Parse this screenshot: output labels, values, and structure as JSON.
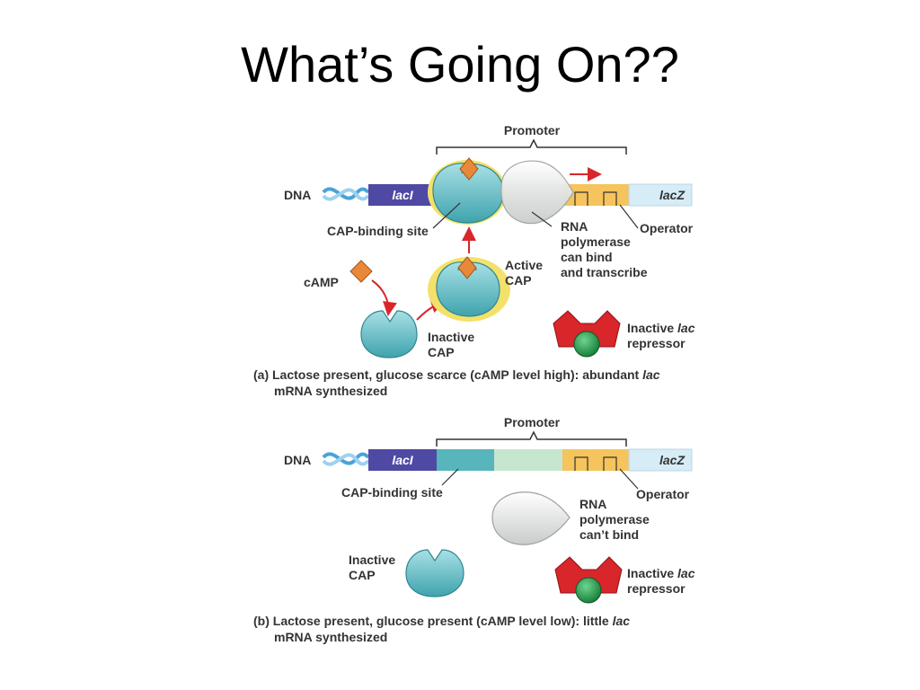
{
  "title": "What’s Going On??",
  "colors": {
    "laci": "#4e49a3",
    "lacz": "#d6ecf6",
    "operator": "#f6c45c",
    "cap_site": "#57b5bb",
    "rnap_site": "#c7e6cf",
    "cap_protein": "#6fc3cc",
    "active_glow": "#f3e16a",
    "camp": "#e8893a",
    "repressor": "#d8262a",
    "inducer": "#1f9a4a",
    "polymerase": "#e8eae9",
    "arrow": "#d8262a"
  },
  "panel_a": {
    "promoter_label": "Promoter",
    "dna_label": "DNA",
    "laci_label": "lacI",
    "lacz_label": "lacZ",
    "cap_site_label": "CAP-binding site",
    "rnap_label_lines": [
      "RNA",
      "polymerase",
      "can bind",
      "and transcribe"
    ],
    "operator_label": "Operator",
    "camp_label": "cAMP",
    "active_cap_lines": [
      "Active",
      "CAP"
    ],
    "inactive_cap_lines": [
      "Inactive",
      "CAP"
    ],
    "repressor_line1_a": "Inactive ",
    "repressor_line1_b": "lac",
    "repressor_line2": "repressor",
    "caption_line1_a": "(a) Lactose present, glucose scarce (cAMP level high): abundant ",
    "caption_line1_b": "lac",
    "caption_line2": "mRNA synthesized"
  },
  "panel_b": {
    "promoter_label": "Promoter",
    "dna_label": "DNA",
    "laci_label": "lacI",
    "lacz_label": "lacZ",
    "cap_site_label": "CAP-binding site",
    "operator_label": "Operator",
    "rnap_label_lines": [
      "RNA",
      "polymerase",
      "can’t bind"
    ],
    "inactive_cap_lines": [
      "Inactive",
      "CAP"
    ],
    "repressor_line1_a": "Inactive ",
    "repressor_line1_b": "lac",
    "repressor_line2": "repressor",
    "caption_line1_a": "(b) Lactose present, glucose present (cAMP level low): little ",
    "caption_line1_b": "lac",
    "caption_line2": "mRNA synthesized"
  }
}
